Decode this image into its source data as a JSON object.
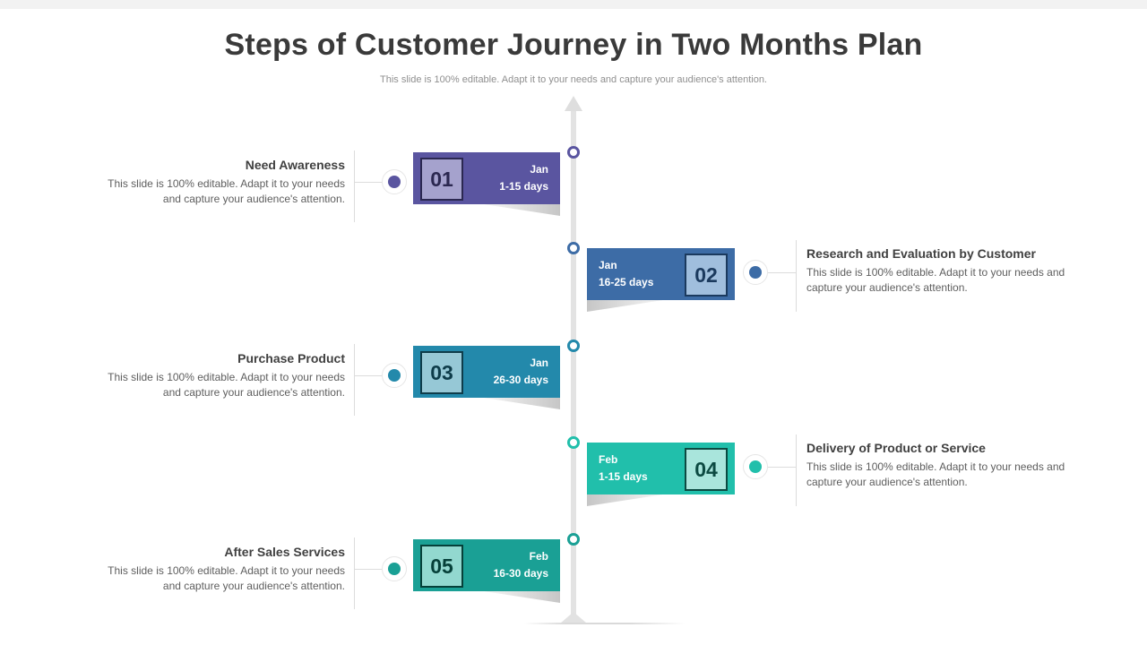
{
  "slide": {
    "title": "Steps of Customer Journey in Two Months Plan",
    "subtitle": "This slide is 100% editable. Adapt it to your needs and capture your audience's attention."
  },
  "steps": [
    {
      "number": "01",
      "title": "Need Awareness",
      "description": "This slide is 100% editable. Adapt it to your needs and capture your audience's attention.",
      "month": "Jan",
      "days": "1-15 days",
      "colors": {
        "banner": "#5a55a0",
        "box_fill": "#a5a2cd",
        "box_border": "#2b2850"
      }
    },
    {
      "number": "02",
      "title": "Research and Evaluation by Customer",
      "description": "This slide is 100% editable. Adapt it to your needs and capture your audience's attention.",
      "month": "Jan",
      "days": "16-25 days",
      "colors": {
        "banner": "#3d6ca6",
        "box_fill": "#a0bedd",
        "box_border": "#1b3a5e"
      }
    },
    {
      "number": "03",
      "title": "Purchase Product",
      "description": "This slide is 100% editable. Adapt it to your needs and capture your audience's attention.",
      "month": "Jan",
      "days": "26-30 days",
      "colors": {
        "banner": "#2389ab",
        "box_fill": "#96c8d6",
        "box_border": "#0e3c4a"
      }
    },
    {
      "number": "04",
      "title": "Delivery of Product or Service",
      "description": "This slide is 100% editable. Adapt it to your needs and capture your audience's attention.",
      "month": "Feb",
      "days": "1-15 days",
      "colors": {
        "banner": "#21bfab",
        "box_fill": "#a9e5dc",
        "box_border": "#0c4a42"
      }
    },
    {
      "number": "05",
      "title": "After Sales Services",
      "description": "This slide is 100% editable. Adapt it to your needs and capture your audience's attention.",
      "month": "Feb",
      "days": "16-30 days",
      "colors": {
        "banner": "#1aa095",
        "box_fill": "#92d8cf",
        "box_border": "#064039"
      }
    }
  ]
}
